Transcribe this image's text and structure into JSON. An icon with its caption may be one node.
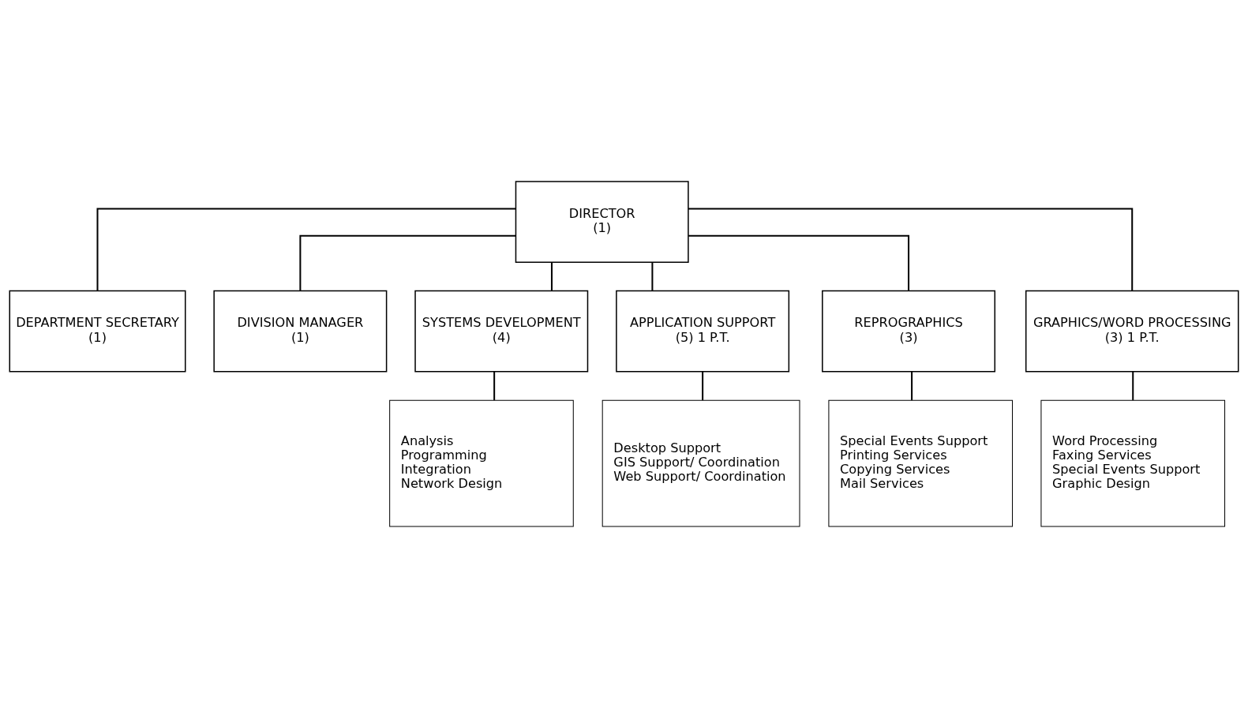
{
  "diagram": {
    "nodes": [
      {
        "text": [
          "DIRECTOR",
          "(1)"
        ]
      },
      {
        "text": [
          "DEPARTMENT SECRETARY",
          "(1)"
        ]
      },
      {
        "text": [
          "DIVISION MANAGER",
          "(1)"
        ]
      },
      {
        "text": [
          "SYSTEMS DEVELOPMENT",
          "(4)"
        ]
      },
      {
        "text": [
          "APPLICATION SUPPORT",
          "(5) 1 P.T."
        ]
      },
      {
        "text": [
          "REPROGRAPHICS",
          "(3)"
        ]
      },
      {
        "text": [
          "GRAPHICS/WORD PROCESSING",
          "(3) 1 P.T."
        ]
      },
      {
        "text": [
          "Analysis",
          "Programming",
          "Integration",
          "Network Design"
        ]
      },
      {
        "text": [
          "Desktop Support",
          "GIS Support/ Coordination",
          "Web Support/ Coordination"
        ]
      },
      {
        "text": [
          "Special Events Support",
          "Printing Services",
          "Copying Services",
          "Mail Services"
        ]
      },
      {
        "text": [
          "Word Processing",
          "Faxing Services",
          "Special Events Support",
          "Graphic Design"
        ]
      }
    ],
    "edges": [
      {
        "from": 0,
        "to": 1,
        "arrow": "none"
      },
      {
        "from": 0,
        "to": 2,
        "arrow": "none"
      },
      {
        "from": 0,
        "to": 3,
        "arrow": "none"
      },
      {
        "from": 0,
        "to": 4,
        "arrow": "none"
      },
      {
        "from": 0,
        "to": 5,
        "arrow": "none"
      },
      {
        "from": 0,
        "to": 6,
        "arrow": "none"
      },
      {
        "from": 3,
        "to": 7,
        "arrow": "none"
      },
      {
        "from": 4,
        "to": 8,
        "arrow": "none"
      },
      {
        "from": 5,
        "to": 9,
        "arrow": "none"
      },
      {
        "from": 6,
        "to": 10,
        "arrow": "none"
      }
    ]
  }
}
